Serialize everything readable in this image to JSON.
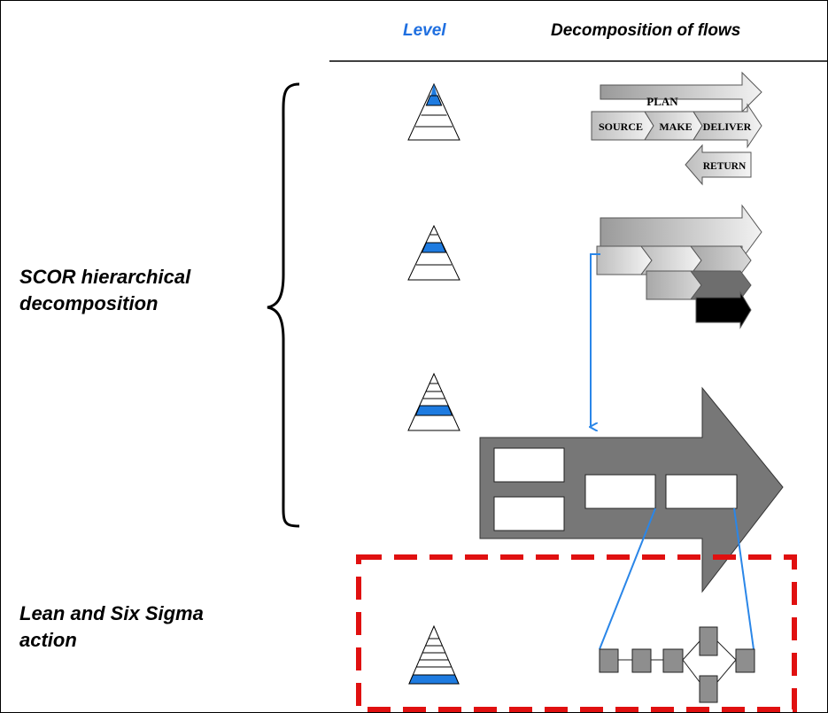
{
  "header": {
    "level_label": "Level",
    "decomposition_label": "Decomposition of flows",
    "level_color": "#1f6fe0"
  },
  "left_labels": {
    "scor": [
      "SCOR hierarchical",
      "decomposition"
    ],
    "lean": [
      "Lean and Six Sigma",
      "action"
    ]
  },
  "level1_flows": {
    "plan": "PLAN",
    "source": "SOURCE",
    "make": "MAKE",
    "deliver": "DELIVER",
    "return": "RETURN"
  },
  "colors": {
    "level_fill": "#1e7be0",
    "connector": "#2a86e8",
    "dashed_box": "#e01010",
    "big_arrow": "#777777"
  }
}
